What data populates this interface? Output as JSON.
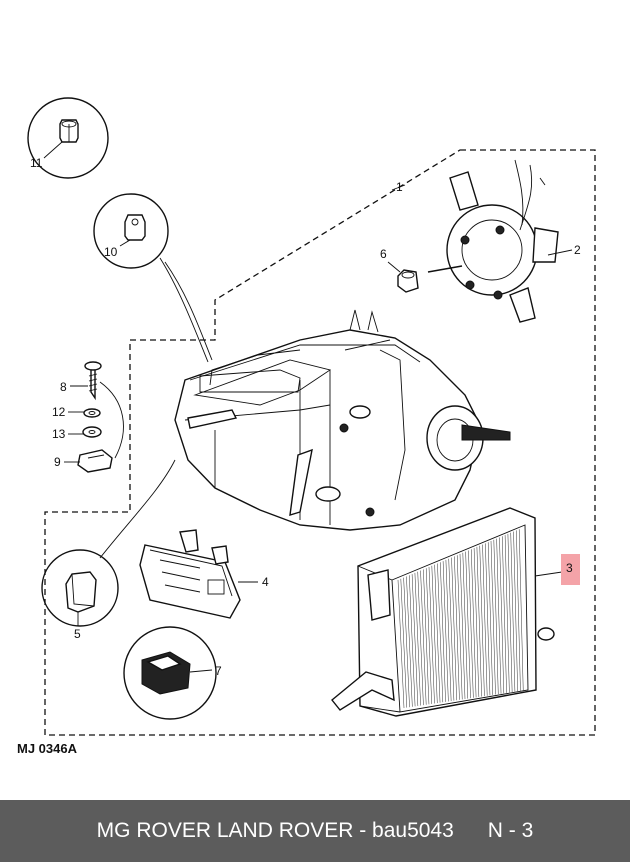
{
  "diagram": {
    "reference": "MJ 0346A",
    "callouts": {
      "c1": "1",
      "c2": "2",
      "c3": "3",
      "c4": "4",
      "c5": "5",
      "c6": "6",
      "c7": "7",
      "c8": "8",
      "c9": "9",
      "c10": "10",
      "c11": "11",
      "c12": "12",
      "c13": "13"
    },
    "highlight_color": "#f4a3a8"
  },
  "footer": {
    "text": "MG ROVER LAND ROVER - bau5043",
    "code": "N - 3",
    "background": "#5c5c5c"
  }
}
